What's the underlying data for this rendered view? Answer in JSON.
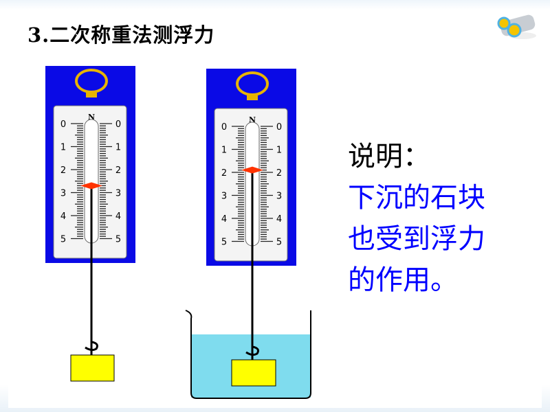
{
  "title": "3.二次称重法测浮力",
  "explanation": {
    "heading": "说明：",
    "lines": [
      "下沉的石块",
      "也受到浮力",
      "的作用。"
    ]
  },
  "icons": {
    "corner": "binoculars-icon"
  },
  "spring_scales": [
    {
      "name": "in-air",
      "unit": "N",
      "scale_labels": [
        "0",
        "1",
        "2",
        "3",
        "4",
        "5"
      ],
      "reading": 2.7
    },
    {
      "name": "in-water",
      "unit": "N",
      "scale_labels": [
        "0",
        "1",
        "2",
        "3",
        "4",
        "5"
      ],
      "reading": 1.9
    }
  ],
  "colors": {
    "panel": "#0a0ae6",
    "pointer": "#ff3300",
    "block": "#ffff00",
    "water": "#7fdcee",
    "ring": "#e8b400",
    "text_blue": "#0000ff"
  }
}
